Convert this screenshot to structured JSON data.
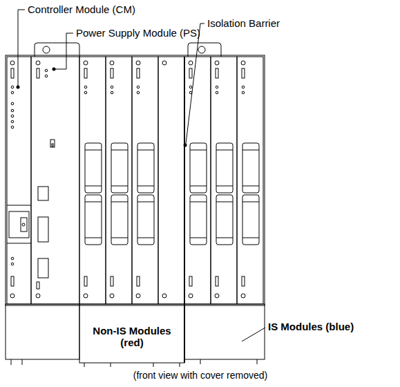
{
  "diagram": {
    "caption": "(front view with cover removed)",
    "labels": [
      "Controller Module (CM)",
      "Power Supply Module (PS)",
      "Isolation Barrier",
      "IS Modules (blue)",
      "Non-IS Modules (red)"
    ]
  }
}
